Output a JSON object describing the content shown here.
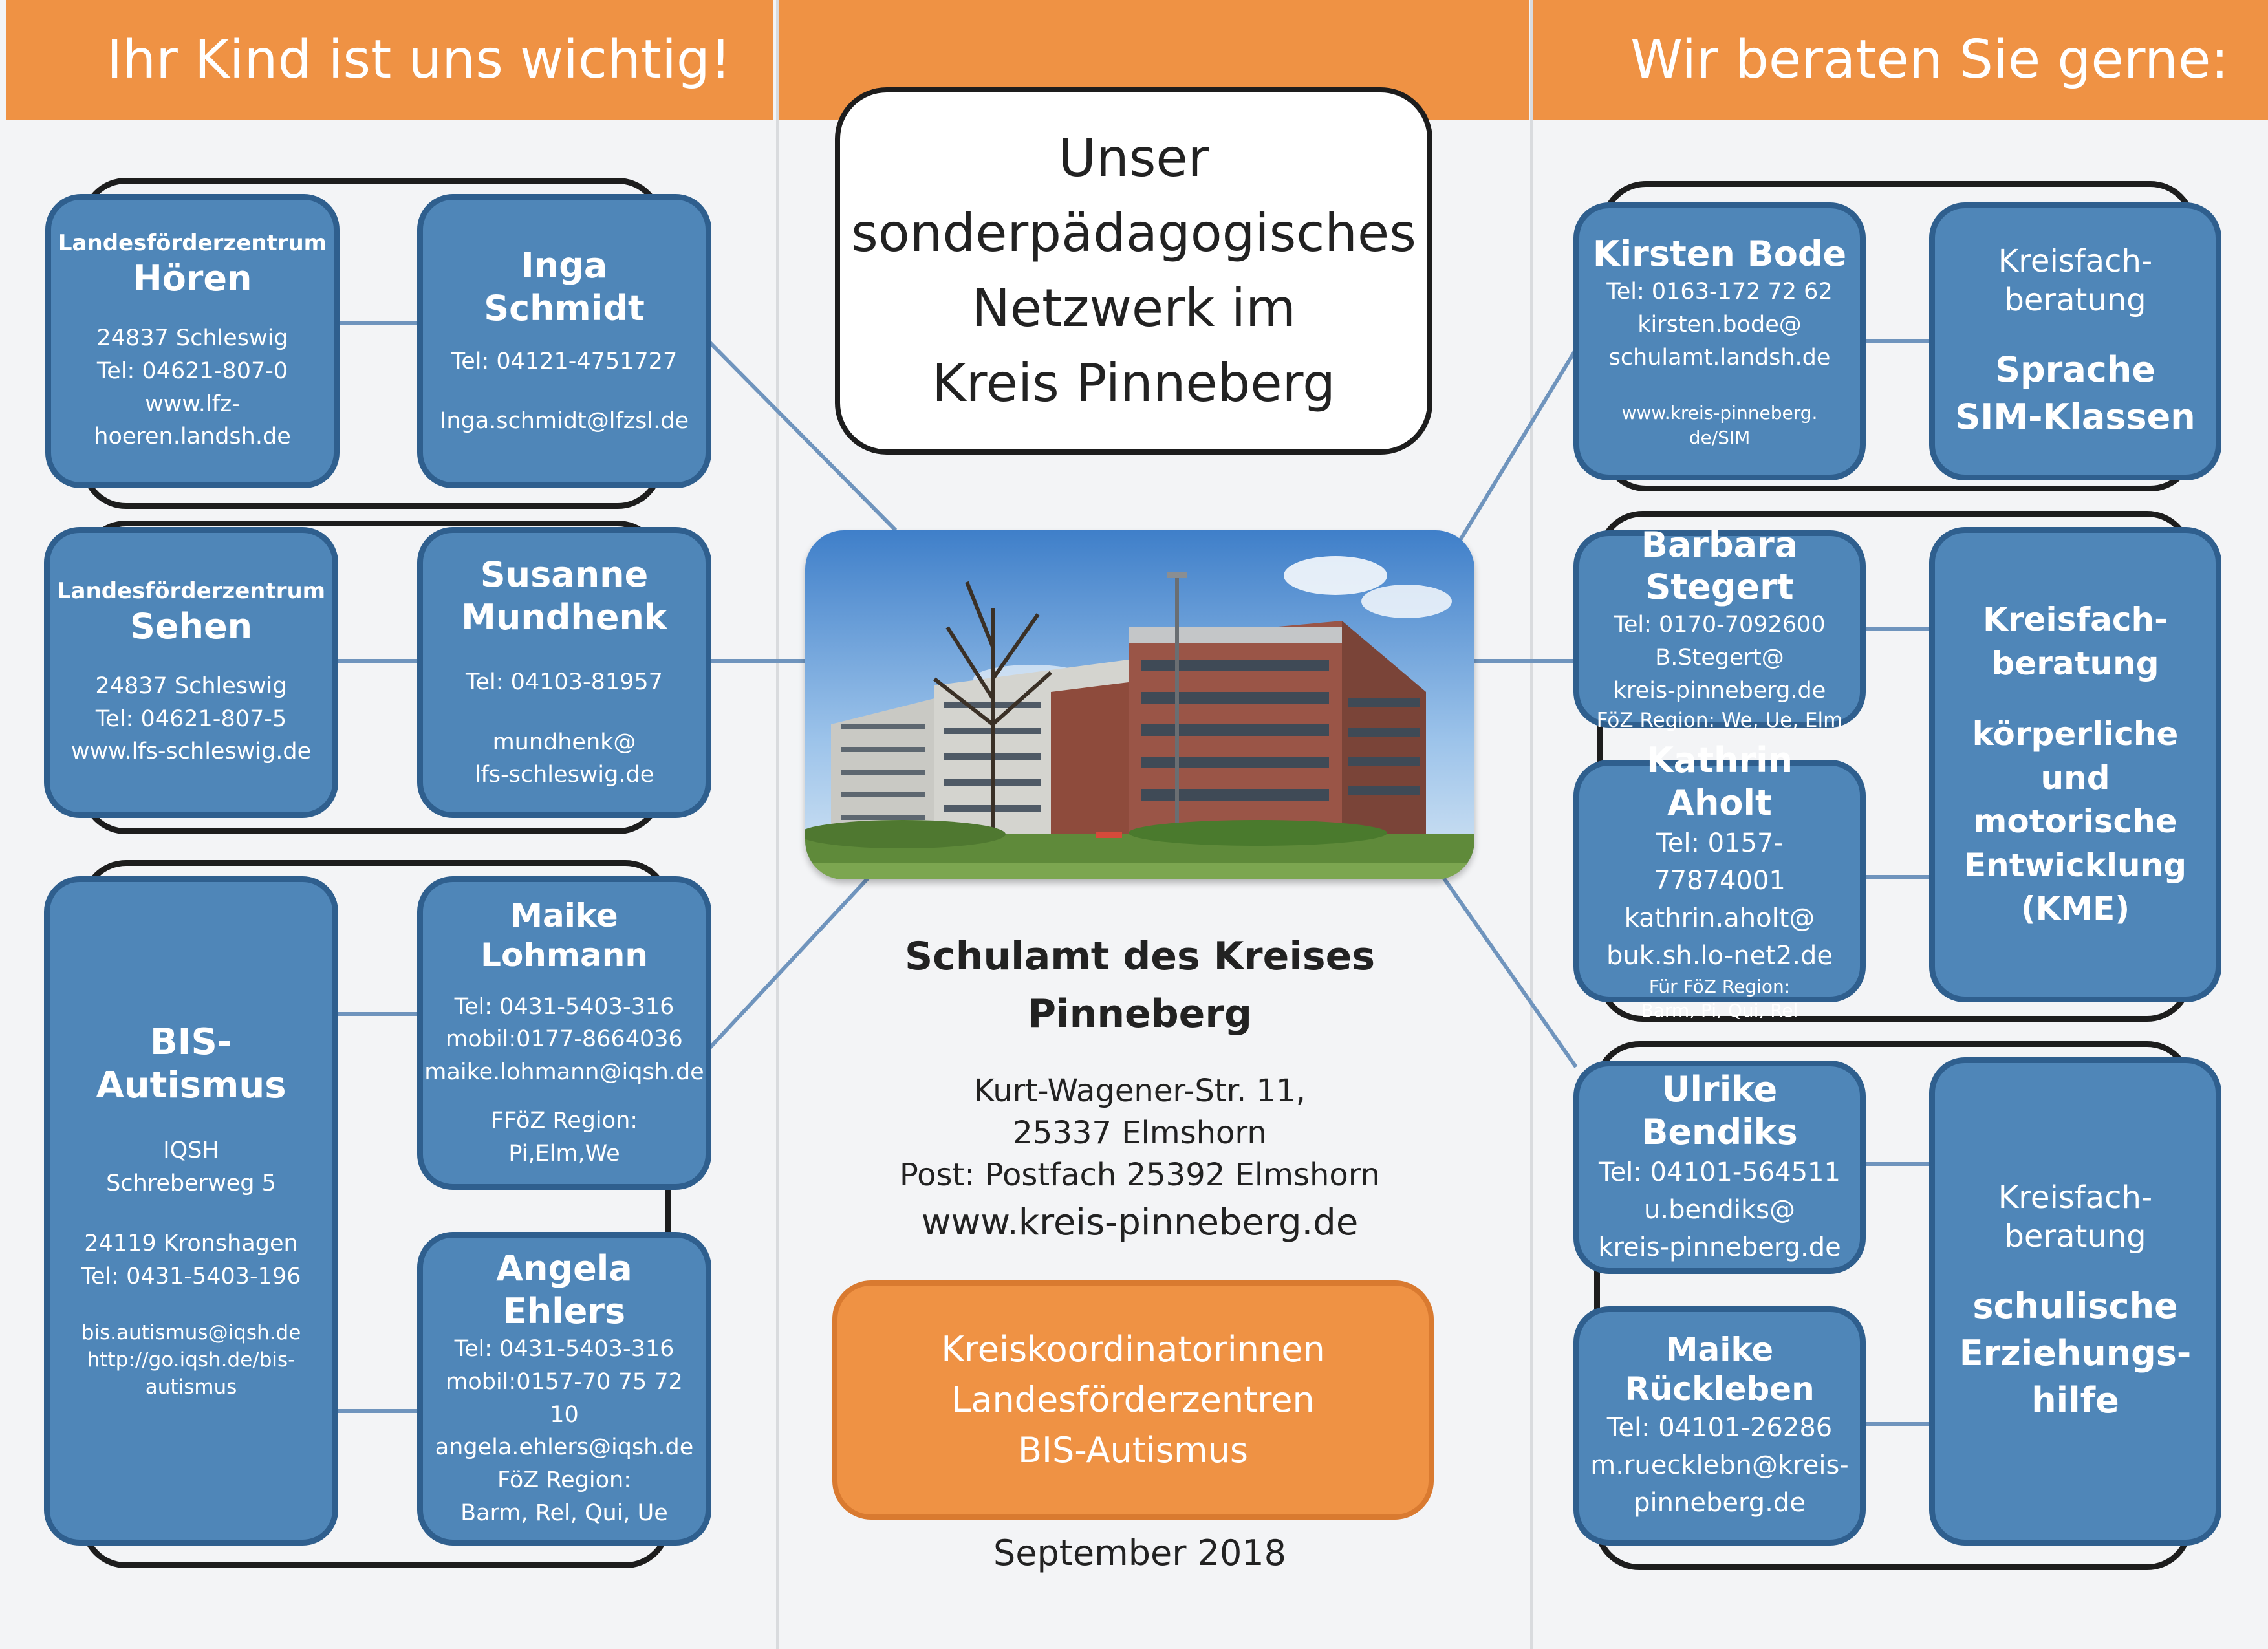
{
  "left_header": "Ihr Kind ist uns wichtig!",
  "right_header": "Wir beraten Sie gerne:",
  "hoeren": {
    "small_title": "Landesförderzentrum",
    "title": "Hören",
    "lines": [
      "24837 Schleswig",
      "Tel: 04621-807-0",
      "www.lfz-",
      "hoeren.landsh.de"
    ]
  },
  "inga": {
    "name": "Inga Schmidt",
    "tel": "Tel: 04121-4751727",
    "email": "Inga.schmidt@lfzsl.de"
  },
  "sehen": {
    "small_title": "Landesförderzentrum",
    "title": "Sehen",
    "lines": [
      "24837 Schleswig",
      "Tel: 04621-807-5",
      "www.lfs-schleswig.de"
    ]
  },
  "susanne": {
    "name": [
      "Susanne",
      "Mundhenk"
    ],
    "tel": "Tel:  04103-81957",
    "email": [
      "mundhenk@",
      "lfs-schleswig.de"
    ]
  },
  "bis": {
    "title": [
      "BIS-",
      "Autismus"
    ],
    "address": [
      "IQSH",
      "Schreberweg  5"
    ],
    "city": [
      "24119 Kronshagen",
      "Tel: 0431-5403-196"
    ],
    "web": [
      "bis.autismus@iqsh.de",
      "http://go.iqsh.de/bis-",
      "autismus"
    ]
  },
  "maike_l": {
    "name": "Maike Lohmann",
    "lines": [
      "Tel: 0431-5403-316",
      "mobil:0177-8664036",
      "maike.lohmann@iqsh.de"
    ],
    "region": [
      "FFöZ Region:",
      "Pi,Elm,We"
    ]
  },
  "angela": {
    "name": "Angela Ehlers",
    "lines": [
      "Tel: 0431-5403-316",
      "mobil:0157-70 75 72 10",
      "angela.ehlers@iqsh.de"
    ],
    "region": [
      "FöZ Region:",
      "Barm, Rel, Qui, Ue"
    ]
  },
  "title_box": [
    "Unser",
    "sonderpädagogisches",
    "Netzwerk im",
    "Kreis Pinneberg"
  ],
  "schulamt": {
    "name": [
      "Schulamt des Kreises",
      "Pinneberg"
    ],
    "address": [
      "Kurt-Wagener-Str. 11,",
      "25337 Elmshorn",
      "Post:   Postfach 25392 Elmshorn"
    ],
    "web": "www.kreis-pinneberg.de"
  },
  "orange_box": [
    "Kreiskoordinatorinnen",
    "Landesförderzentren",
    "BIS-Autismus"
  ],
  "date": "September 2018",
  "kirsten": {
    "name": "Kirsten Bode",
    "lines": [
      "Tel: 0163-172 72 62",
      "kirsten.bode@",
      "schulamt.landsh.de"
    ],
    "web": "www.kreis-pinneberg. de/SIM"
  },
  "sprache": {
    "label": [
      "Kreisfach-",
      "beratung"
    ],
    "topic": [
      "Sprache",
      "SIM-Klassen"
    ]
  },
  "barbara": {
    "name": "Barbara Stegert",
    "lines": [
      "Tel: 0170-7092600",
      "B.Stegert@",
      "kreis-pinneberg.de"
    ],
    "region": "FöZ Region: We, Ue, Elm"
  },
  "kathrin": {
    "name": "Kathrin Aholt",
    "lines": [
      "Tel: 0157-77874001",
      "kathrin.aholt@",
      "buk.sh.lo-net2.de"
    ],
    "region": [
      "Für FöZ Region:",
      "Barm, Pi, Qui, Rel"
    ]
  },
  "kme": {
    "label": [
      "Kreisfach-",
      "beratung"
    ],
    "topic": [
      "körperliche",
      "und motorische",
      "Entwicklung",
      "(KME)"
    ]
  },
  "ulrike": {
    "name": "Ulrike Bendiks",
    "lines": [
      "Tel: 04101-564511",
      "u.bendiks@",
      "kreis-pinneberg.de"
    ]
  },
  "maike_r": {
    "name": "Maike Rückleben",
    "lines": [
      "Tel: 04101-26286",
      "m.ruecklebn@kreis-",
      "pinneberg.de"
    ]
  },
  "erziehung": {
    "label": [
      "Kreisfach-",
      "beratung"
    ],
    "topic": [
      "schulische",
      "Erziehungs-",
      "hilfe"
    ]
  },
  "colors": {
    "orange": "#ef9244",
    "box_blue": "#4f86b8",
    "box_border": "#2f5f8e",
    "connector": "#6f94bd"
  }
}
